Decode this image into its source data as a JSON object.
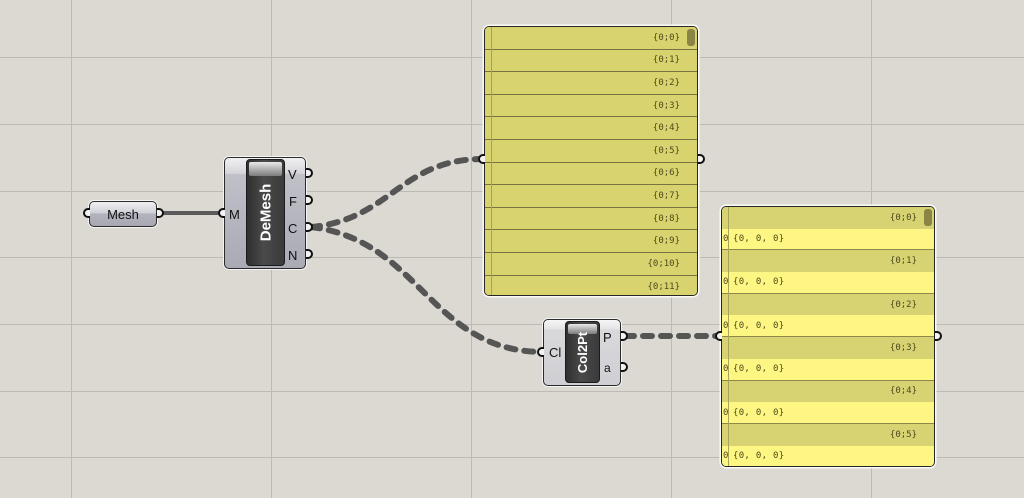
{
  "canvas": {
    "background": "#dcd9d3",
    "grid_color": "#bdbab3",
    "grid_x": [
      71,
      271,
      471,
      671,
      871
    ],
    "grid_y": [
      57,
      124,
      191,
      257,
      324,
      391,
      457
    ]
  },
  "nodes": {
    "mesh_param": {
      "label": "Mesh"
    },
    "demesh": {
      "nickname": "DeMesh",
      "inputs": [
        "M"
      ],
      "outputs": [
        "V",
        "F",
        "C",
        "N"
      ]
    },
    "col2pt": {
      "nickname": "Col2Pt",
      "inputs": [
        "Cl"
      ],
      "outputs": [
        "P",
        "a"
      ]
    }
  },
  "panel_colors": {
    "panel_a_row": "#d8d36e",
    "panel_b_header": "#d7d372",
    "panel_b_item": "#fdf682"
  },
  "panel_a": {
    "rows": [
      "{0;0}",
      "{0;1}",
      "{0;2}",
      "{0;3}",
      "{0;4}",
      "{0;5}",
      "{0;6}",
      "{0;7}",
      "{0;8}",
      "{0;9}",
      "{0;10}",
      "{0;11}"
    ]
  },
  "panel_b": {
    "groups": [
      {
        "path": "{0;0}",
        "index": "0",
        "value": "{0, 0, 0}"
      },
      {
        "path": "{0;1}",
        "index": "0",
        "value": "{0, 0, 0}"
      },
      {
        "path": "{0;2}",
        "index": "0",
        "value": "{0, 0, 0}"
      },
      {
        "path": "{0;3}",
        "index": "0",
        "value": "{0, 0, 0}"
      },
      {
        "path": "{0;4}",
        "index": "0",
        "value": "{0, 0, 0}"
      },
      {
        "path": "{0;5}",
        "index": "0",
        "value": "{0, 0, 0}"
      }
    ]
  },
  "wires": [
    {
      "from": "mesh_param.out",
      "to": "demesh.M",
      "style": "solid"
    },
    {
      "from": "demesh.C",
      "to": "panel_a.in",
      "style": "dashed"
    },
    {
      "from": "demesh.C",
      "to": "col2pt.Cl",
      "style": "dashed"
    },
    {
      "from": "col2pt.P",
      "to": "panel_b.in",
      "style": "dashed"
    }
  ]
}
